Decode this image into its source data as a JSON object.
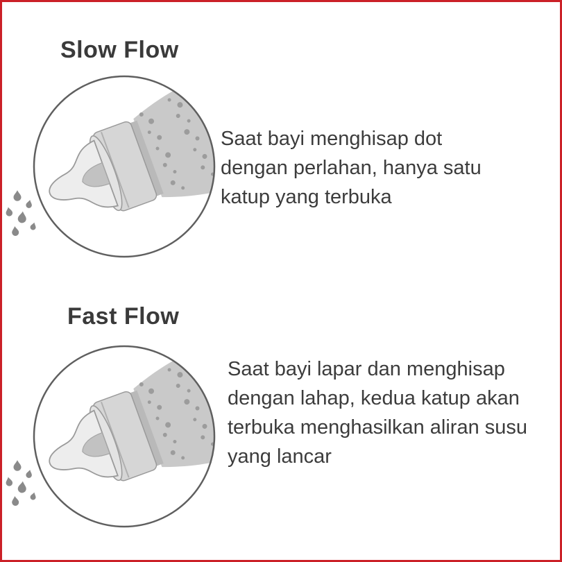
{
  "colors": {
    "frame_border": "#cb2027",
    "background": "#ffffff",
    "text": "#3c3c3c",
    "circle_outline": "#5f5f5f",
    "bottle_gray": "#c9c9c9",
    "teat_gray": "#ededed",
    "milk_drop_gray": "#8a8a8a"
  },
  "sections": [
    {
      "title": "Slow Flow",
      "description": "Saat bayi menghisap dot dengan perlahan, hanya satu katup yang terbuka",
      "illustration": "baby-bottle-teat-in-circle-with-milk-drops"
    },
    {
      "title": "Fast Flow",
      "description": "Saat bayi lapar dan menghisap dengan lahap, kedua katup akan terbuka menghasilkan aliran susu yang lancar",
      "illustration": "baby-bottle-teat-in-circle-with-milk-drops"
    }
  ]
}
